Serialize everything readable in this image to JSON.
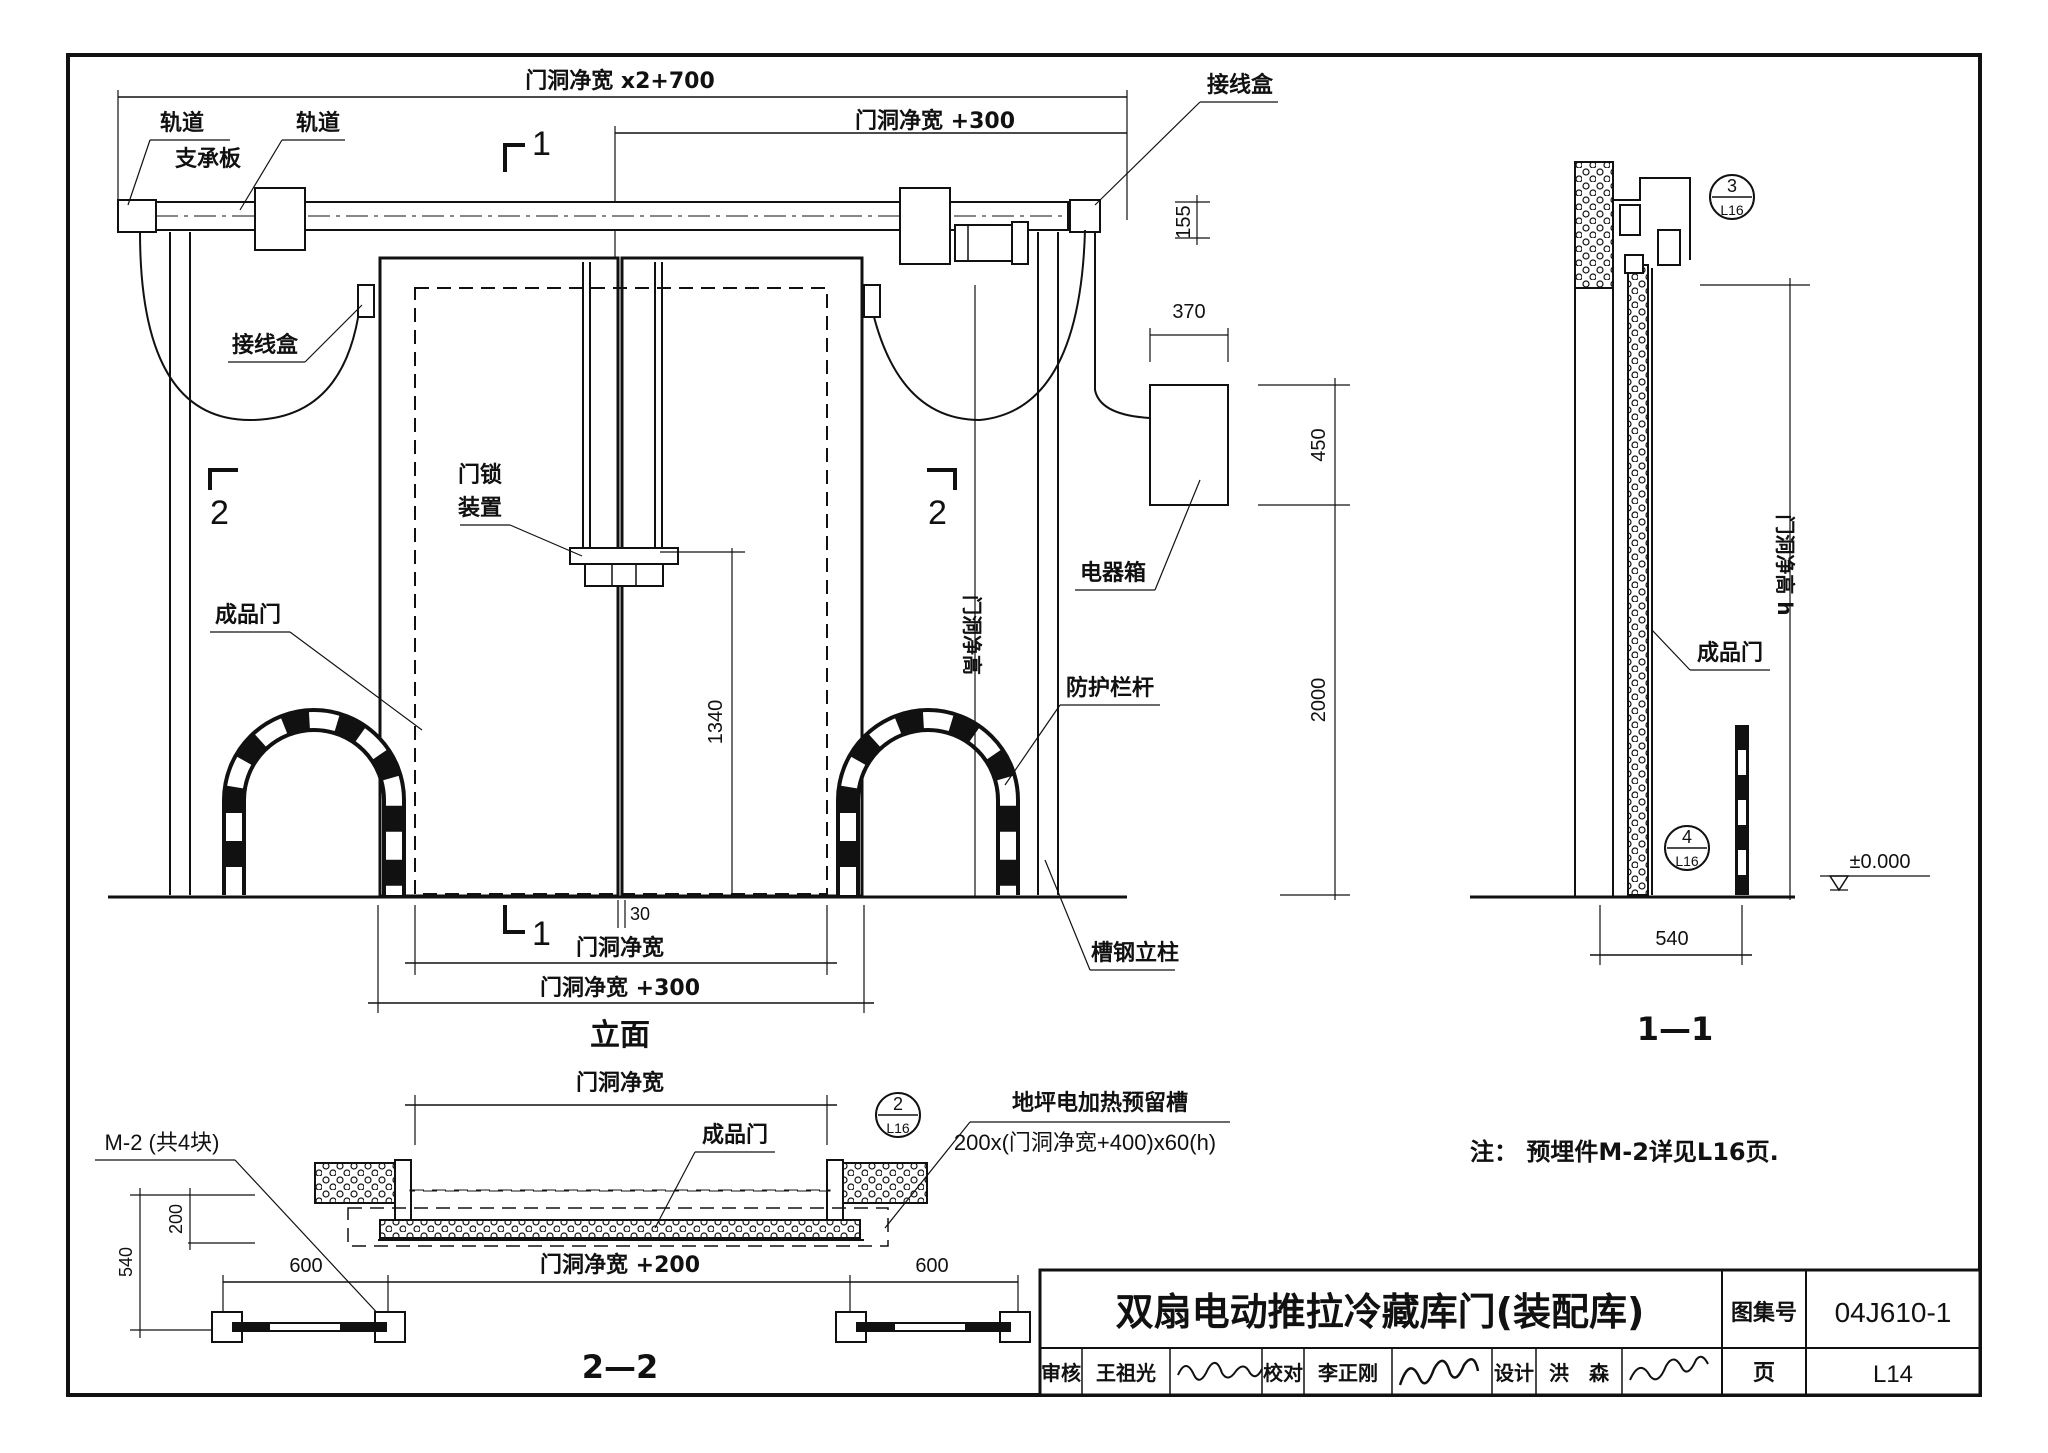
{
  "elevation": {
    "title": "立面",
    "overall_width": "门洞净宽 x2+700",
    "top_right_width": "门洞净宽 +300",
    "track_support": [
      "轨道",
      "支承板"
    ],
    "track": "轨道",
    "junction_box_top": "接线盒",
    "junction_box_left": "接线盒",
    "door_lock": [
      "门锁",
      "装置"
    ],
    "finished_door": "成品门",
    "electrical_box": "电器箱",
    "guard_rail": "防护栏杆",
    "channel_column": "槽钢立柱",
    "opening_height_vertical": "门洞净高",
    "dim_370": "370",
    "dim_450": "450",
    "dim_2000": "2000",
    "dim_1340": "1340",
    "dim_155": "155",
    "dim_30": "30",
    "bottom_width_1": "门洞净宽",
    "bottom_width_2": "门洞净宽 +300",
    "section_mark_1": "1",
    "section_mark_2": "2"
  },
  "section_1_1": {
    "title": "1—1",
    "height_label": "门洞净高 h",
    "finished_door": "成品门",
    "dim_540": "540",
    "level": "±0.000",
    "detail_3_num": "3",
    "detail_3_ref": "L16",
    "detail_4_num": "4",
    "detail_4_ref": "L16"
  },
  "section_2_2": {
    "title": "2—2",
    "top_width": "门洞净宽",
    "finished_door": "成品门",
    "embedded_part": "M-2 (共4块)",
    "trench_label": "地坪电加热预留槽",
    "trench_size": "200x(门洞净宽+400)x60(h)",
    "dim_200": "200",
    "dim_540": "540",
    "dim_600_left": "600",
    "dim_600_right": "600",
    "mid_width": "门洞净宽 +200",
    "detail_2_num": "2",
    "detail_2_ref": "L16"
  },
  "note": "注： 预埋件M-2详见L16页.",
  "title_block": {
    "title": "双扇电动推拉冷藏库门(装配库)",
    "atlas_label": "图集号",
    "atlas_no": "04J610-1",
    "page_label": "页",
    "page_no": "L14",
    "review_label": "审核",
    "reviewer": "王祖光",
    "check_label": "校对",
    "checker": "李正刚",
    "design_label": "设计",
    "designer": "洪　森"
  }
}
